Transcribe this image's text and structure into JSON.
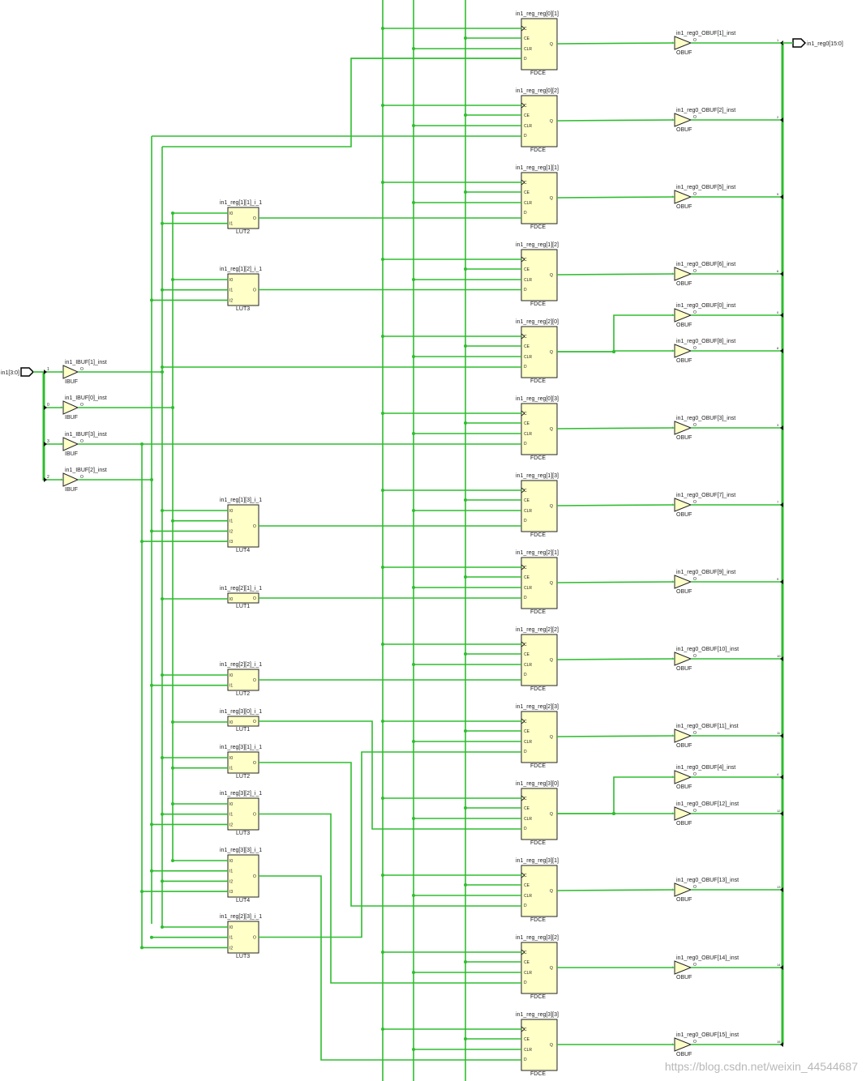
{
  "ports": {
    "input": {
      "name": "in1[3:0]"
    },
    "output": {
      "name": "in1_reg0[15:0]"
    }
  },
  "colors": {
    "wire": "#2ebd2e",
    "cell_fill": "#ffffc8",
    "cell_stroke": "#222222",
    "port_fill": "#ffffff"
  },
  "ibufs": [
    {
      "name": "in1_IBUF[1]_inst",
      "type": "IBUF",
      "bit": "1",
      "pin_in": "I",
      "pin_out": "O"
    },
    {
      "name": "in1_IBUF[0]_inst",
      "type": "IBUF",
      "bit": "0",
      "pin_in": "I",
      "pin_out": "O"
    },
    {
      "name": "in1_IBUF[3]_inst",
      "type": "IBUF",
      "bit": "3",
      "pin_in": "I",
      "pin_out": "O"
    },
    {
      "name": "in1_IBUF[2]_inst",
      "type": "IBUF",
      "bit": "2",
      "pin_in": "I",
      "pin_out": "O"
    }
  ],
  "luts": [
    {
      "name": "in1_reg[1][1]_i_1",
      "type": "LUT2",
      "inputs": [
        "I0",
        "I1"
      ],
      "out": "O"
    },
    {
      "name": "in1_reg[1][2]_i_1",
      "type": "LUT3",
      "inputs": [
        "I0",
        "I1",
        "I2"
      ],
      "out": "O"
    },
    {
      "name": "in1_reg[1][3]_i_1",
      "type": "LUT4",
      "inputs": [
        "I0",
        "I1",
        "I2",
        "I3"
      ],
      "out": "O"
    },
    {
      "name": "in1_reg[2][1]_i_1",
      "type": "LUT1",
      "inputs": [
        "I0"
      ],
      "out": "O"
    },
    {
      "name": "in1_reg[2][2]_i_1",
      "type": "LUT2",
      "inputs": [
        "I0",
        "I1"
      ],
      "out": "O"
    },
    {
      "name": "in1_reg[3][0]_i_1",
      "type": "LUT1",
      "inputs": [
        "I0"
      ],
      "out": "O"
    },
    {
      "name": "in1_reg[3][1]_i_1",
      "type": "LUT2",
      "inputs": [
        "I0",
        "I1"
      ],
      "out": "O"
    },
    {
      "name": "in1_reg[3][2]_i_1",
      "type": "LUT3",
      "inputs": [
        "I0",
        "I1",
        "I2"
      ],
      "out": "O"
    },
    {
      "name": "in1_reg[3][3]_i_1",
      "type": "LUT4",
      "inputs": [
        "I0",
        "I1",
        "I2",
        "I3"
      ],
      "out": "O"
    },
    {
      "name": "in1_reg[2][3]_i_1",
      "type": "LUT3",
      "inputs": [
        "I0",
        "I1",
        "I2"
      ],
      "out": "O"
    }
  ],
  "ffs": [
    {
      "name": "in1_reg_reg[0][1]",
      "type": "FDCE"
    },
    {
      "name": "in1_reg_reg[0][2]",
      "type": "FDCE"
    },
    {
      "name": "in1_reg_reg[1][1]",
      "type": "FDCE"
    },
    {
      "name": "in1_reg_reg[1][2]",
      "type": "FDCE"
    },
    {
      "name": "in1_reg_reg[2][0]",
      "type": "FDCE"
    },
    {
      "name": "in1_reg_reg[0][3]",
      "type": "FDCE"
    },
    {
      "name": "in1_reg_reg[1][3]",
      "type": "FDCE"
    },
    {
      "name": "in1_reg_reg[2][1]",
      "type": "FDCE"
    },
    {
      "name": "in1_reg_reg[2][2]",
      "type": "FDCE"
    },
    {
      "name": "in1_reg_reg[2][3]",
      "type": "FDCE"
    },
    {
      "name": "in1_reg_reg[3][0]",
      "type": "FDCE"
    },
    {
      "name": "in1_reg_reg[3][1]",
      "type": "FDCE"
    },
    {
      "name": "in1_reg_reg[3][2]",
      "type": "FDCE"
    },
    {
      "name": "in1_reg_reg[3][3]",
      "type": "FDCE"
    }
  ],
  "ff_pins": {
    "inputs": [
      "C",
      "CE",
      "CLR",
      "D"
    ],
    "out": "Q"
  },
  "obufs": [
    {
      "name": "in1_reg0_OBUF[1]_inst",
      "type": "OBUF",
      "bit": "1",
      "pin_in": "I",
      "pin_out": "O"
    },
    {
      "name": "in1_reg0_OBUF[2]_inst",
      "type": "OBUF",
      "bit": "2",
      "pin_in": "I",
      "pin_out": "O"
    },
    {
      "name": "in1_reg0_OBUF[5]_inst",
      "type": "OBUF",
      "bit": "5",
      "pin_in": "I",
      "pin_out": "O"
    },
    {
      "name": "in1_reg0_OBUF[6]_inst",
      "type": "OBUF",
      "bit": "6",
      "pin_in": "I",
      "pin_out": "O"
    },
    {
      "name": "in1_reg0_OBUF[0]_inst",
      "type": "OBUF",
      "bit": "0",
      "pin_in": "I",
      "pin_out": "O"
    },
    {
      "name": "in1_reg0_OBUF[8]_inst",
      "type": "OBUF",
      "bit": "8",
      "pin_in": "I",
      "pin_out": "O"
    },
    {
      "name": "in1_reg0_OBUF[3]_inst",
      "type": "OBUF",
      "bit": "3",
      "pin_in": "I",
      "pin_out": "O"
    },
    {
      "name": "in1_reg0_OBUF[7]_inst",
      "type": "OBUF",
      "bit": "7",
      "pin_in": "I",
      "pin_out": "O"
    },
    {
      "name": "in1_reg0_OBUF[9]_inst",
      "type": "OBUF",
      "bit": "9",
      "pin_in": "I",
      "pin_out": "O"
    },
    {
      "name": "in1_reg0_OBUF[10]_inst",
      "type": "OBUF",
      "bit": "10",
      "pin_in": "I",
      "pin_out": "O"
    },
    {
      "name": "in1_reg0_OBUF[11]_inst",
      "type": "OBUF",
      "bit": "11",
      "pin_in": "I",
      "pin_out": "O"
    },
    {
      "name": "in1_reg0_OBUF[4]_inst",
      "type": "OBUF",
      "bit": "4",
      "pin_in": "I",
      "pin_out": "O"
    },
    {
      "name": "in1_reg0_OBUF[12]_inst",
      "type": "OBUF",
      "bit": "12",
      "pin_in": "I",
      "pin_out": "O"
    },
    {
      "name": "in1_reg0_OBUF[13]_inst",
      "type": "OBUF",
      "bit": "13",
      "pin_in": "I",
      "pin_out": "O"
    },
    {
      "name": "in1_reg0_OBUF[14]_inst",
      "type": "OBUF",
      "bit": "14",
      "pin_in": "I",
      "pin_out": "O"
    },
    {
      "name": "in1_reg0_OBUF[15]_inst",
      "type": "OBUF",
      "bit": "15",
      "pin_in": "I",
      "pin_out": "O"
    }
  ],
  "watermark": "https://blog.csdn.net/weixin_44544687"
}
